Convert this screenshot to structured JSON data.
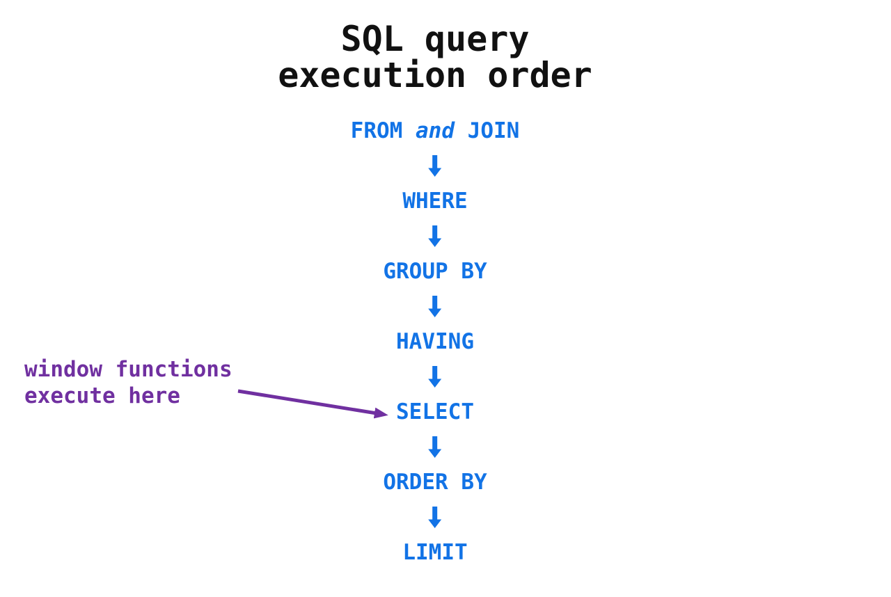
{
  "title": {
    "line1": "SQL query",
    "line2": "execution order"
  },
  "colors": {
    "title_text": "#111111",
    "flow_text": "#1273e6",
    "annotation_text": "#7030a0",
    "background": "#ffffff"
  },
  "flow": {
    "arrow_icon": "down-arrow",
    "nodes": [
      {
        "id": "from-join",
        "parts": [
          {
            "text": "FROM "
          },
          {
            "text": "and",
            "italic": true
          },
          {
            "text": " JOIN"
          }
        ]
      },
      {
        "id": "where",
        "parts": [
          {
            "text": "WHERE"
          }
        ]
      },
      {
        "id": "group-by",
        "parts": [
          {
            "text": "GROUP BY"
          }
        ]
      },
      {
        "id": "having",
        "parts": [
          {
            "text": "HAVING"
          }
        ]
      },
      {
        "id": "select",
        "parts": [
          {
            "text": "SELECT"
          }
        ]
      },
      {
        "id": "order-by",
        "parts": [
          {
            "text": "ORDER BY"
          }
        ]
      },
      {
        "id": "limit",
        "parts": [
          {
            "text": "LIMIT"
          }
        ]
      }
    ]
  },
  "annotation": {
    "line1": "window functions",
    "line2": "execute here",
    "arrow_icon": "pointer-arrow"
  }
}
